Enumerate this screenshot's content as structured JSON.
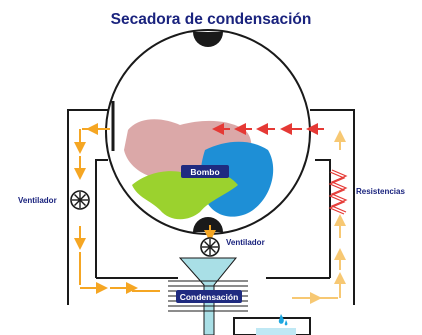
{
  "title": "Secadora de condensación",
  "labels": {
    "drum": "Bombo",
    "fan_left": "Ventilador",
    "fan_bottom": "Ventilador",
    "heater": "Resistencias",
    "condenser": "Condensación"
  },
  "colors": {
    "title": "#1a237e",
    "label": "#1a237e",
    "heater_label": "#1a237e",
    "outline": "#1a1a1a",
    "hot_air": "#e53935",
    "warm_air": "#f5a623",
    "cool_air": "#f7c873",
    "box_fill": "#1f2b80",
    "clothes_pink": "#d9a3a3",
    "clothes_green": "#9bd22e",
    "clothes_blue": "#1e8fd6",
    "water": "#a9dfe6",
    "water_drop": "#1da7e0",
    "coil": "#e53935"
  },
  "icons": [
    "fan-icon",
    "heater-coil-icon",
    "water-drop-icon"
  ]
}
